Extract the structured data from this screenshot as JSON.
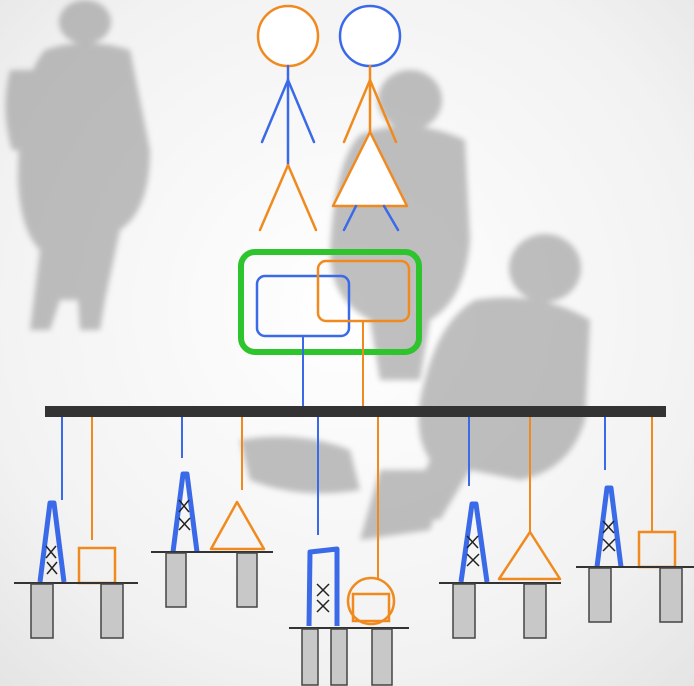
{
  "colors": {
    "blue": "#3a6ae8",
    "orange": "#f08a1e",
    "green": "#2ec42e",
    "bus": "#333333",
    "leg_fill": "#c8c8c8",
    "leg_stroke": "#444444",
    "shadow": "#8a8a8a"
  },
  "diagram": {
    "people": [
      {
        "name": "person-left",
        "head_color": "orange",
        "body_color": "blue",
        "legs_color": "orange",
        "figure": "male"
      },
      {
        "name": "person-right",
        "head_color": "blue",
        "body_color": "orange",
        "legs_color": "blue",
        "figure": "female"
      }
    ],
    "hub": {
      "frame_color": "green",
      "inner_boxes": [
        "blue",
        "orange"
      ]
    },
    "stations": [
      {
        "name": "station-1",
        "tower_color": "blue",
        "shape": "square",
        "shape_color": "orange"
      },
      {
        "name": "station-2",
        "tower_color": "blue",
        "shape": "triangle",
        "shape_color": "orange"
      },
      {
        "name": "station-3",
        "tower_color": "blue",
        "shape": "circle-square",
        "shape_color": "orange"
      },
      {
        "name": "station-4",
        "tower_color": "blue",
        "shape": "triangle",
        "shape_color": "orange"
      },
      {
        "name": "station-5",
        "tower_color": "blue",
        "shape": "square",
        "shape_color": "orange"
      }
    ],
    "background_icon": "walking-people-shadows"
  }
}
